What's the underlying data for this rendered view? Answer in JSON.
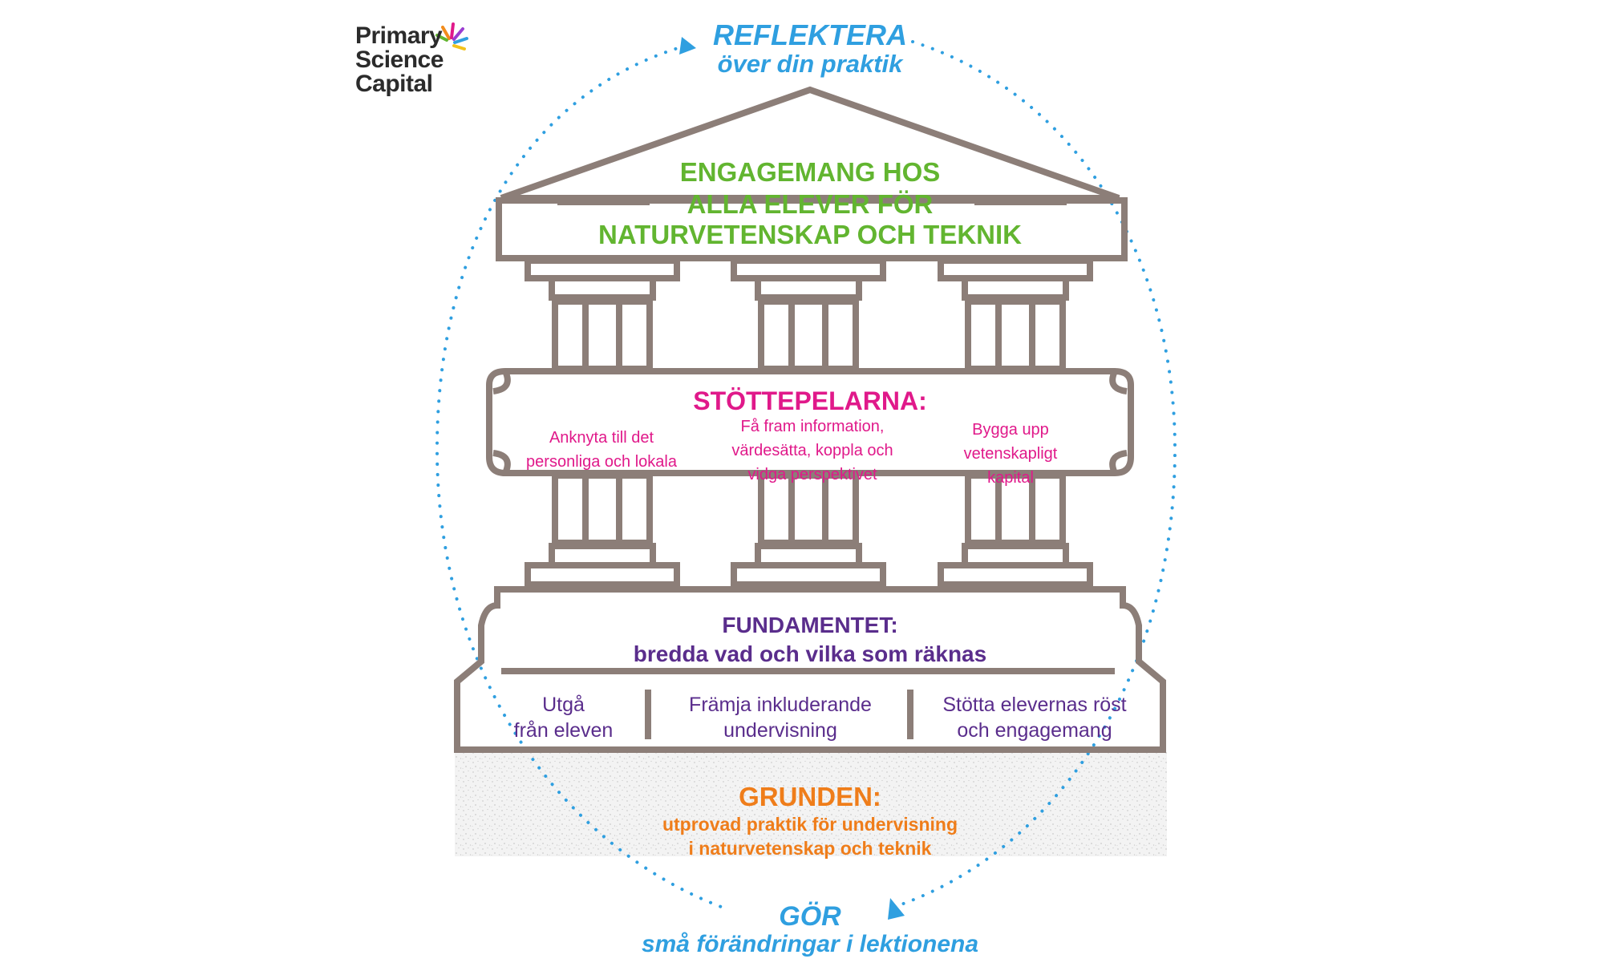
{
  "logo": {
    "line1": "Primary",
    "line2": "Science",
    "line3": "Capital"
  },
  "reflect": {
    "title": "REFLEKTERA",
    "subtitle": "över din praktik"
  },
  "do": {
    "title": "GÖR",
    "subtitle": "små förändringar i lektionena"
  },
  "roof": {
    "line1": "ENGAGEMANG HOS",
    "line2": "ALLA ELEVER FÖR",
    "line3": "NATURVETENSKAP OCH TEKNIK"
  },
  "pillars": {
    "title": "STÖTTEPELARNA:",
    "items": [
      {
        "line1": "Anknyta till det",
        "line2": "personliga och lokala"
      },
      {
        "line1": "Få fram information,",
        "line2": "värdesätta, koppla och",
        "line3": "vidga perspektivet"
      },
      {
        "line1": "Bygga upp",
        "line2": "vetenskapligt",
        "line3": "kapital"
      }
    ]
  },
  "foundation": {
    "title": "FUNDAMENTET:",
    "subtitle": "bredda vad och vilka som räknas",
    "items": [
      {
        "line1": "Utgå",
        "line2": "från eleven"
      },
      {
        "line1": "Främja inkluderande",
        "line2": "undervisning"
      },
      {
        "line1": "Stötta elevernas röst",
        "line2": "och engagemang"
      }
    ]
  },
  "ground": {
    "title": "GRUNDEN:",
    "line1": "utprovad praktik för undervisning",
    "line2": "i naturvetenskap och teknik"
  },
  "colors": {
    "outline": "#8c7e78",
    "cycle": "#2f9fe0",
    "roof_text": "#62b530",
    "pillars_text": "#e0198a",
    "foundation_text": "#5a2d8c",
    "ground_text": "#ef7d1a",
    "ground_fill": "#f1f1f1"
  }
}
